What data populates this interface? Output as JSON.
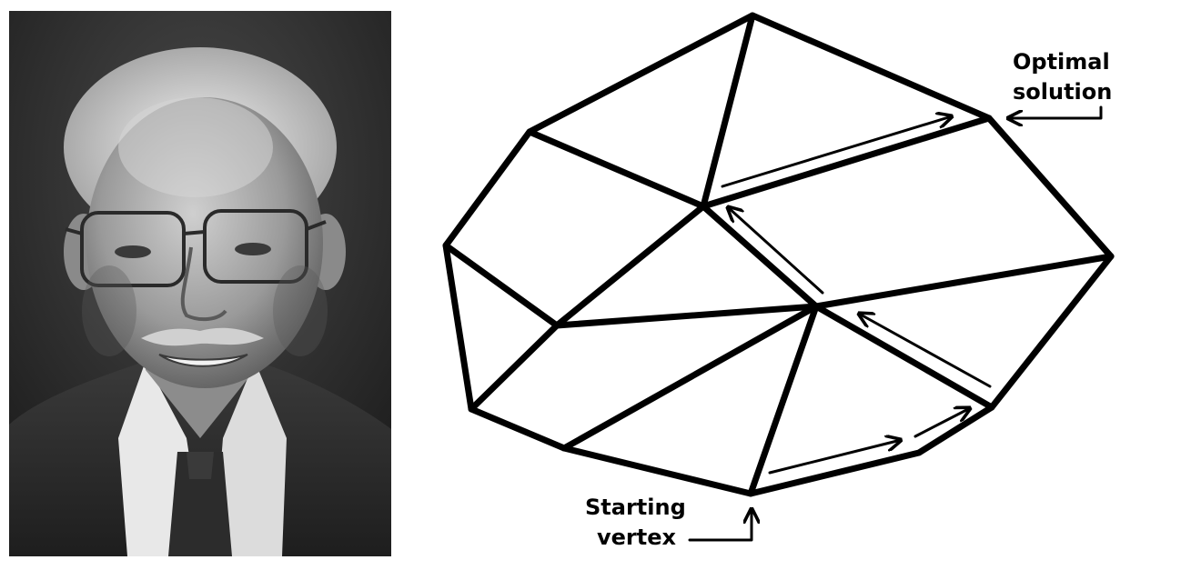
{
  "labels": {
    "optimal_solution": [
      "Optimal",
      "solution"
    ],
    "starting_vertex": [
      "Starting",
      "vertex"
    ]
  },
  "colors": {
    "line": "#000000",
    "background": "#ffffff"
  }
}
